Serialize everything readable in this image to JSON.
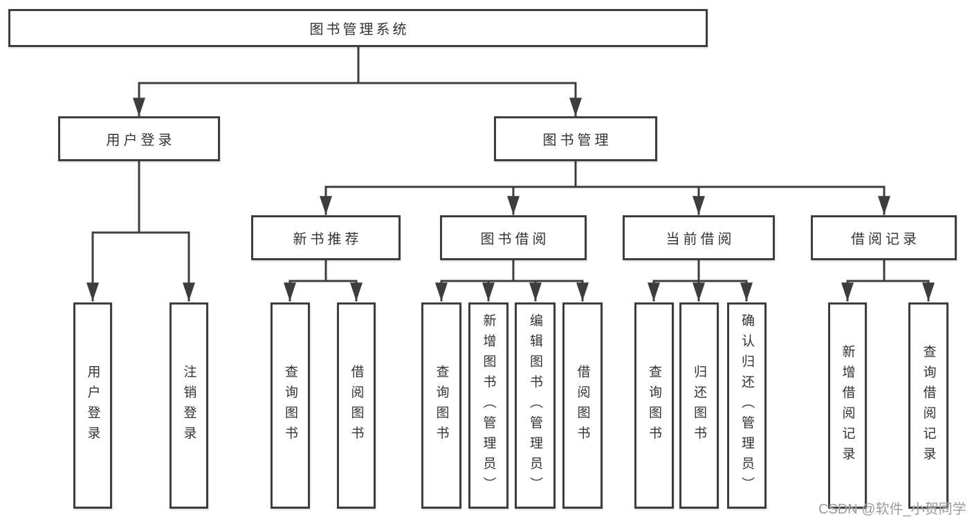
{
  "diagram": {
    "title": "图书管理系统",
    "watermark": "CSDN @软件_小贺同学",
    "colors": {
      "line": "#3d3d3d",
      "box_border": "#3d3d3d",
      "box_background": "#ffffff",
      "text": "#333333",
      "watermark": "#9b9b9b",
      "background": "#ffffff"
    },
    "tree": {
      "label": "图书管理系统",
      "children": [
        {
          "label": "用户登录",
          "children": [
            {
              "label": "用户登录"
            },
            {
              "label": "注销登录"
            }
          ]
        },
        {
          "label": "图书管理",
          "children": [
            {
              "label": "新书推荐",
              "children": [
                {
                  "label": "查询图书"
                },
                {
                  "label": "借阅图书"
                }
              ]
            },
            {
              "label": "图书借阅",
              "children": [
                {
                  "label": "查询图书"
                },
                {
                  "label": "新增图书（管理员）"
                },
                {
                  "label": "编辑图书（管理员）"
                },
                {
                  "label": "借阅图书"
                }
              ]
            },
            {
              "label": "当前借阅",
              "children": [
                {
                  "label": "查询图书"
                },
                {
                  "label": "归还图书"
                },
                {
                  "label": "确认归还（管理员）"
                }
              ]
            },
            {
              "label": "借阅记录",
              "children": [
                {
                  "label": "新增借阅记录"
                },
                {
                  "label": "查询借阅记录"
                }
              ]
            }
          ]
        }
      ]
    }
  }
}
